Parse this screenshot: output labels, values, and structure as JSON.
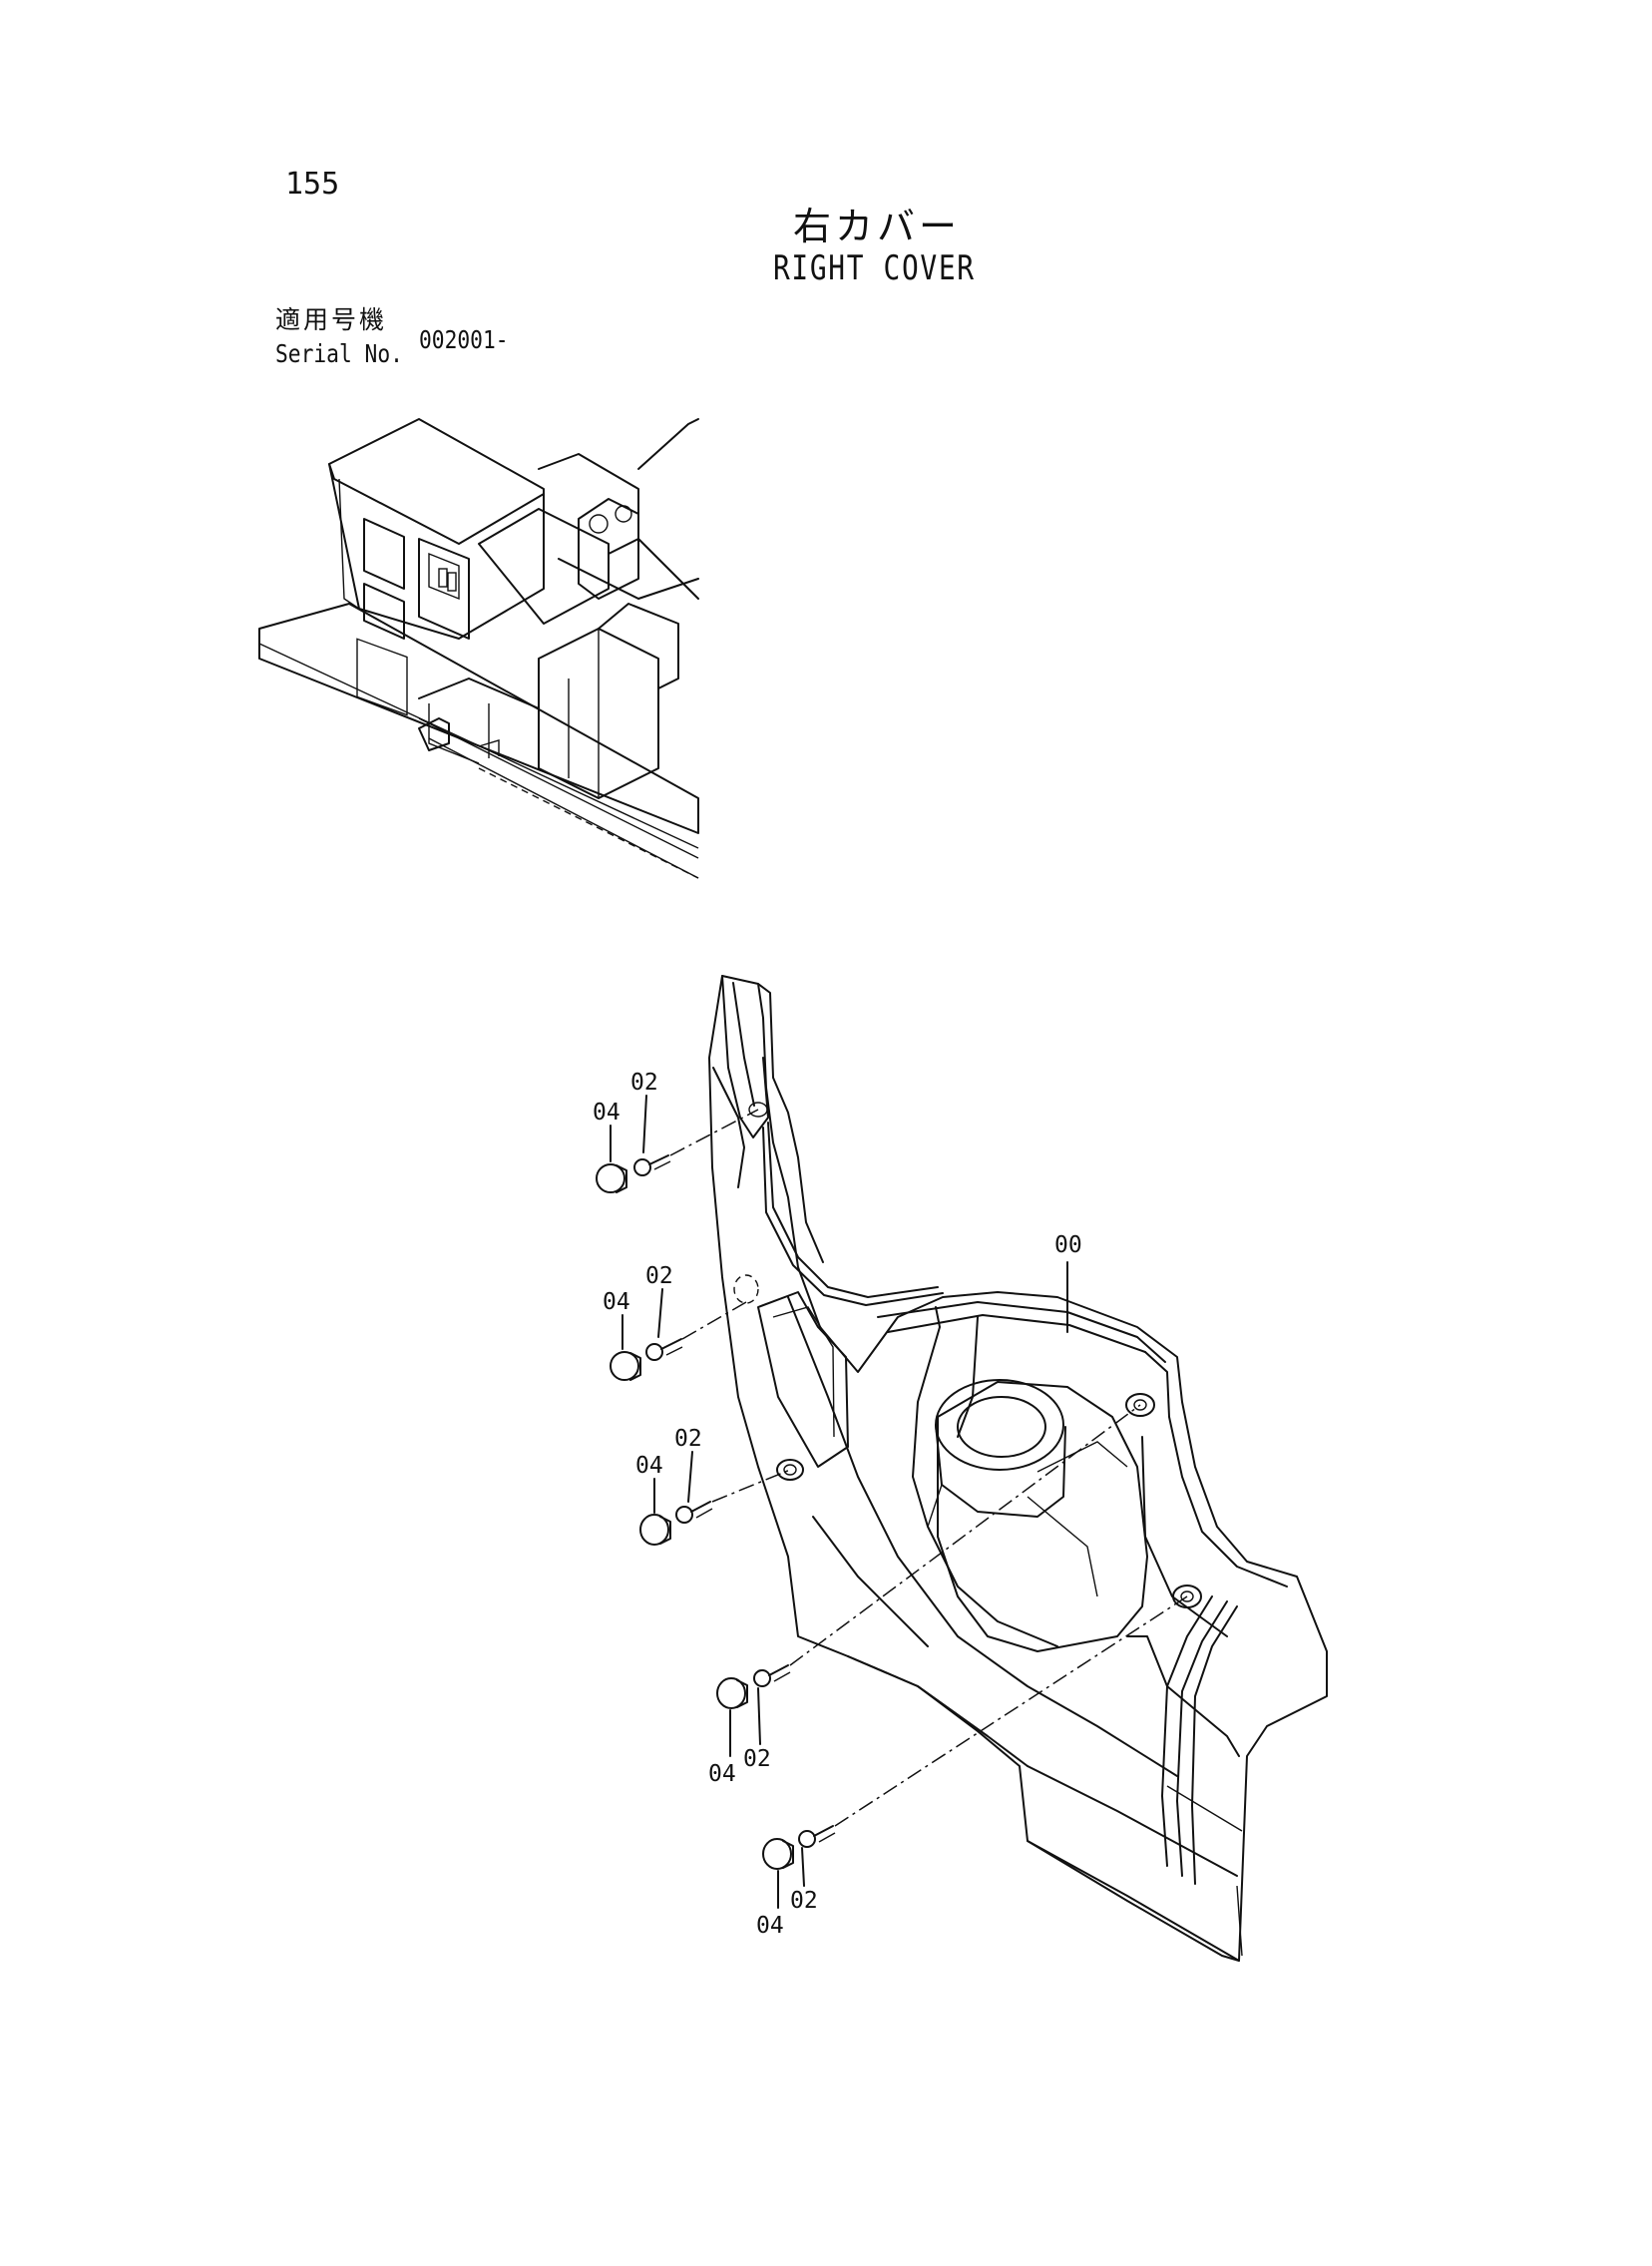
{
  "page": {
    "number": "155",
    "title_jp": "右カバー",
    "title_en": "RIGHT COVER"
  },
  "serial": {
    "label_jp": "適用号機",
    "label_en": "Serial No.",
    "value": "002001-"
  },
  "diagram": {
    "callouts": [
      {
        "id": "c-00",
        "text": "00"
      },
      {
        "id": "c-02-a",
        "text": "02"
      },
      {
        "id": "c-04-a",
        "text": "04"
      },
      {
        "id": "c-02-b",
        "text": "02"
      },
      {
        "id": "c-04-b",
        "text": "04"
      },
      {
        "id": "c-02-c",
        "text": "02"
      },
      {
        "id": "c-04-c",
        "text": "04"
      },
      {
        "id": "c-02-d",
        "text": "02"
      },
      {
        "id": "c-04-d",
        "text": "04"
      },
      {
        "id": "c-02-e",
        "text": "02"
      },
      {
        "id": "c-04-e",
        "text": "04"
      }
    ]
  }
}
